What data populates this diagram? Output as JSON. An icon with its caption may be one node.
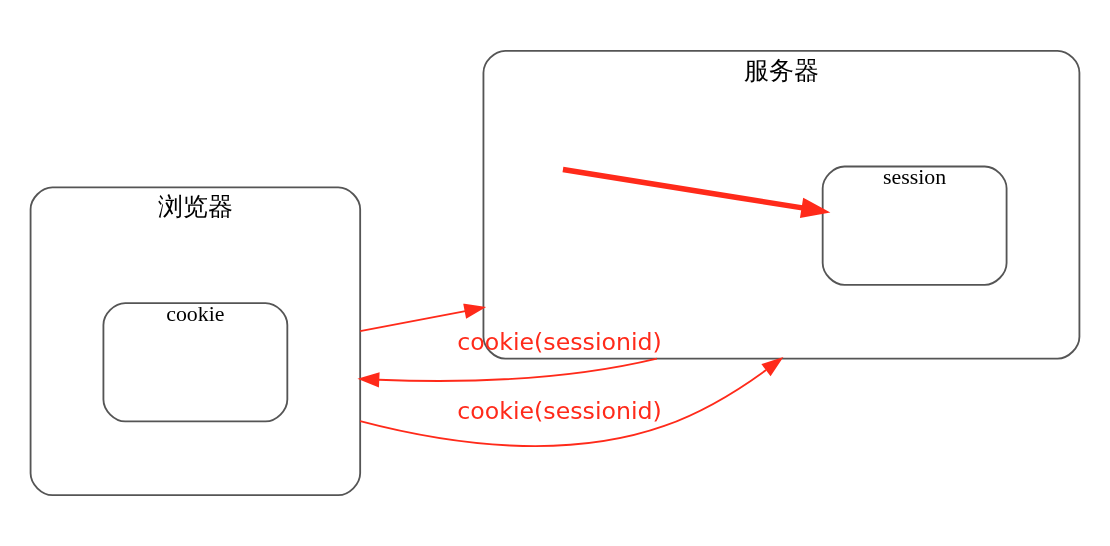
{
  "diagram": {
    "nodes": [
      {
        "text": [
          "浏览器"
        ]
      },
      {
        "text": [
          "cookie"
        ],
        "in": 0
      },
      {
        "text": [
          "服务器"
        ]
      },
      {
        "text": [
          "session"
        ],
        "in": 2
      }
    ],
    "edges": [
      {
        "from": 0,
        "to": 2,
        "arrow": "to",
        "color": "#ff2a1a"
      },
      {
        "from": 2,
        "to": 0,
        "arrow": "to",
        "label": "cookie(sessionid)",
        "color": "#ff2a1a"
      },
      {
        "from": 0,
        "to": 2,
        "arrow": "to",
        "label": "cookie(sessionid)",
        "color": "#ff2a1a"
      },
      {
        "from": null,
        "to": 3,
        "arrow": "to",
        "style": "thick",
        "color": "#ff2a1a"
      }
    ]
  }
}
